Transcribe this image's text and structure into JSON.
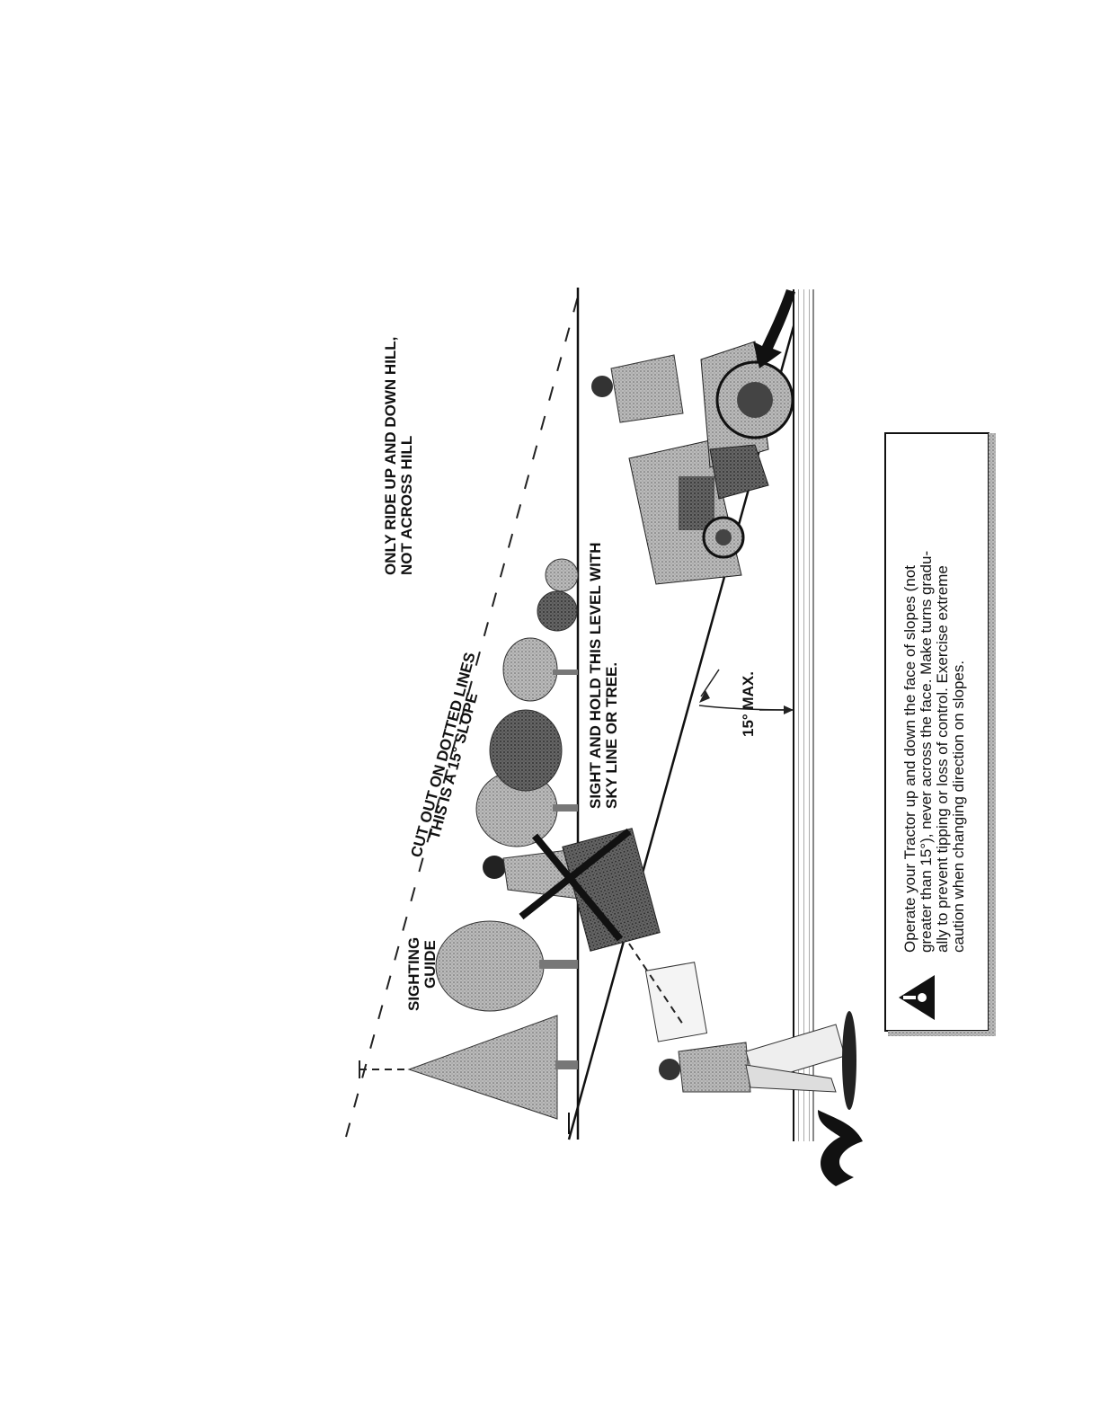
{
  "figure": {
    "labels": {
      "ride_line1": "ONLY RIDE UP AND DOWN HILL,",
      "ride_line2": "NOT ACROSS HILL",
      "cut_line1": "CUT OUT ON DOTTED LINES",
      "cut_line2": "THIS IS A 15° SLOPE",
      "sight_line1": "SIGHT AND HOLD THIS LEVEL WITH",
      "sight_line2": "SKY LINE OR TREE.",
      "guide_line1": "SIGHTING",
      "guide_line2": "GUIDE",
      "max": "15° MAX."
    },
    "warning": {
      "lines": [
        "Operate your Tractor up and down the face of slopes (not",
        "greater than 15°), never across the face. Make turns gradu-",
        "ally to prevent tipping or loss of control. Exercise extreme",
        "caution when changing direction on slopes."
      ]
    },
    "icons": [
      "warning-triangle-icon",
      "tree-icon",
      "person-icon",
      "tractor-icon",
      "arrow-icon"
    ]
  }
}
